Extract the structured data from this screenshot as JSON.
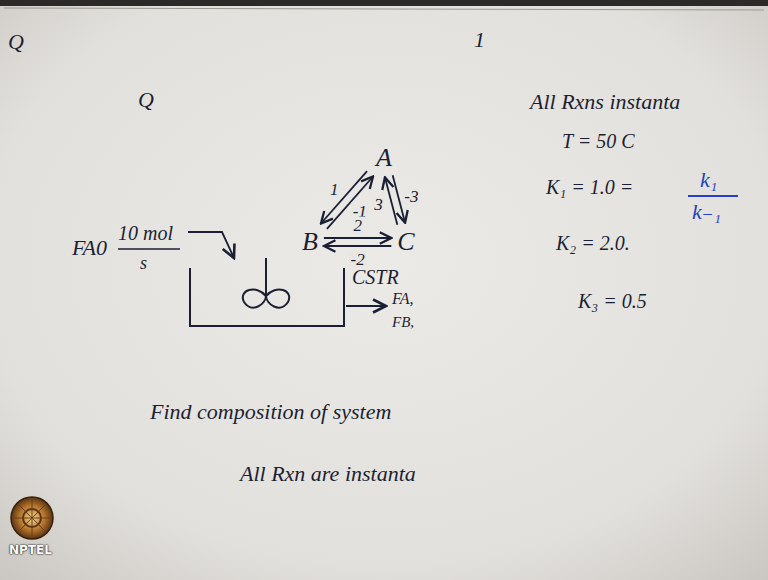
{
  "diagram": {
    "nodes": [
      {
        "text": [
          "A"
        ]
      },
      {
        "text": [
          "B"
        ]
      },
      {
        "text": [
          "C"
        ]
      },
      {
        "text": [
          "CSTR"
        ]
      }
    ],
    "edges": [
      {
        "from": 0,
        "to": 1,
        "arrow": "to",
        "label": "1"
      },
      {
        "from": 1,
        "to": 0,
        "arrow": "to",
        "label": "-1"
      },
      {
        "from": 1,
        "to": 2,
        "arrow": "to",
        "label": "2"
      },
      {
        "from": 2,
        "to": 1,
        "arrow": "to",
        "label": "-2"
      },
      {
        "from": 2,
        "to": 0,
        "arrow": "to",
        "label": "3"
      },
      {
        "from": 0,
        "to": 2,
        "arrow": "to",
        "label": "-3"
      }
    ],
    "labels": [
      "Q",
      "Q",
      "1",
      "All Rxns instanta",
      "T = 50 C",
      "K₁ = 1.0 =",
      "k₁",
      "k₋₁",
      "K₂ = 2.0.",
      "K₃ = 0.5",
      "FA0",
      "10 mol",
      "s",
      "FA,",
      "FB,",
      "Find composition of system",
      "All Rxn are instanta",
      "NPTEL"
    ]
  }
}
